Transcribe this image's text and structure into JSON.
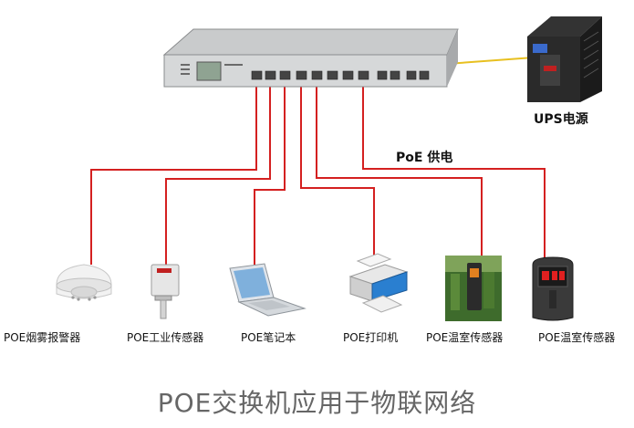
{
  "title": "POE交换机应用于物联网络",
  "supply_label": "PoE 供电",
  "ups_label": "UPS电源",
  "devices": [
    {
      "label": "POE烟雾报警器",
      "icon": "smoke-detector-icon"
    },
    {
      "label": "POE工业传感器",
      "icon": "industrial-sensor-icon"
    },
    {
      "label": "POE笔记本",
      "icon": "laptop-icon"
    },
    {
      "label": "POE打印机",
      "icon": "printer-icon"
    },
    {
      "label": "POE温室传感器",
      "icon": "greenhouse-sensor-icon"
    },
    {
      "label": "POE温室传感器",
      "icon": "greenhouse-sensor-display-icon"
    }
  ],
  "colors": {
    "cable": "#d42020",
    "ups_cable": "#e8c020",
    "title": "#666666"
  }
}
